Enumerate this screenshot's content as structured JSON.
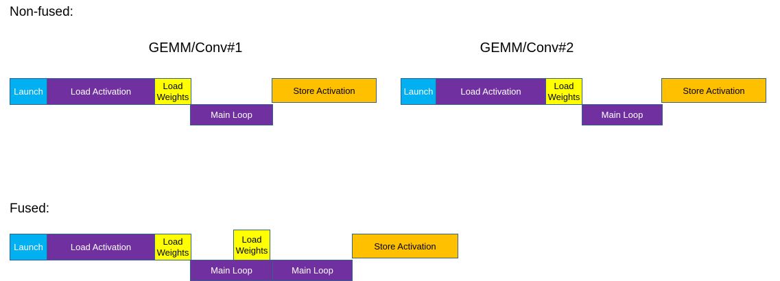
{
  "diagram": {
    "title_non_fused": "Non-fused:",
    "title_fused": "Fused:",
    "colors": {
      "launch": "#00B0F0",
      "load_activation": "#7030A0",
      "load_weights": "#FFFF00",
      "main_loop": "#7030A0",
      "store_activation": "#FFC000",
      "border": "#31628C",
      "background": "#FFFFFF"
    },
    "labels": {
      "launch": "Launch",
      "load_activation": "Load Activation",
      "load_weights": "Load\nWeights",
      "main_loop": "Main Loop",
      "store_activation": "Store Activation"
    },
    "non_fused": {
      "groups": [
        {
          "title": "GEMM/Conv#1"
        },
        {
          "title": "GEMM/Conv#2"
        }
      ],
      "group1": {
        "launch": "Launch",
        "load_activation": "Load Activation",
        "load_weights": "Load\nWeights",
        "main_loop": "Main Loop",
        "store_activation": "Store Activation"
      },
      "group2": {
        "launch": "Launch",
        "load_activation": "Load Activation",
        "load_weights": "Load\nWeights",
        "main_loop": "Main Loop",
        "store_activation": "Store Activation"
      }
    },
    "fused": {
      "launch": "Launch",
      "load_activation": "Load Activation",
      "load_weights_1": "Load\nWeights",
      "load_weights_2": "Load\nWeights",
      "main_loop_1": "Main Loop",
      "main_loop_2": "Main Loop",
      "store_activation": "Store Activation"
    }
  }
}
